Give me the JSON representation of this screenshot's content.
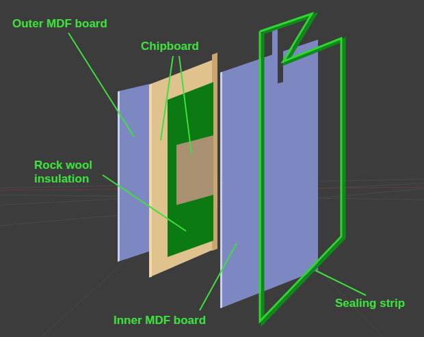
{
  "diagram": {
    "labels": [
      "Outer MDF board",
      "Chipboard",
      "Rock wool insulation",
      "Inner MDF board",
      "Sealing strip"
    ]
  }
}
